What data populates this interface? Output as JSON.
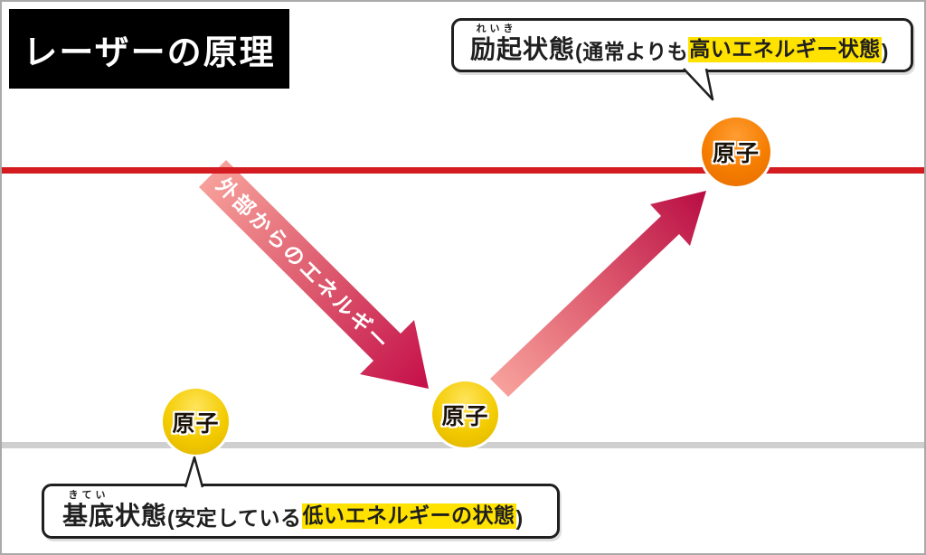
{
  "title": {
    "text": "レーザーの原理"
  },
  "levels": {
    "excited_line_color": "#d31b20",
    "ground_line_color": "#cfcfcf"
  },
  "atoms": {
    "excited": {
      "label": "原子"
    },
    "ground1": {
      "label": "原子"
    },
    "ground2": {
      "label": "原子"
    }
  },
  "arrows": {
    "pump": {
      "label": "外部からのエネルギー"
    },
    "excitation": {
      "label": ""
    }
  },
  "callouts": {
    "excited": {
      "furigana": "れいき",
      "ruby_base": "励起",
      "bold_rest": "状態",
      "pre": "(通常よりも",
      "highlight": "高いエネルギー状態",
      "post": ")"
    },
    "ground": {
      "furigana": "きてい",
      "ruby_base": "基底",
      "bold_rest": "状態",
      "pre": "(安定している",
      "highlight": "低いエネルギーの状態",
      "post": ")"
    }
  },
  "colors": {
    "title_bg": "#000000",
    "title_text": "#ffffff",
    "excited_level_red": "#d31b20",
    "ground_level_gray": "#cfcfcf",
    "highlight_yellow": "#ffe200",
    "excited_atom_orange": "#f57d00",
    "ground_atom_yellow": "#f3cb00",
    "arrow_gradient_start": "#f7a19b",
    "arrow_gradient_end": "#c5104a"
  }
}
